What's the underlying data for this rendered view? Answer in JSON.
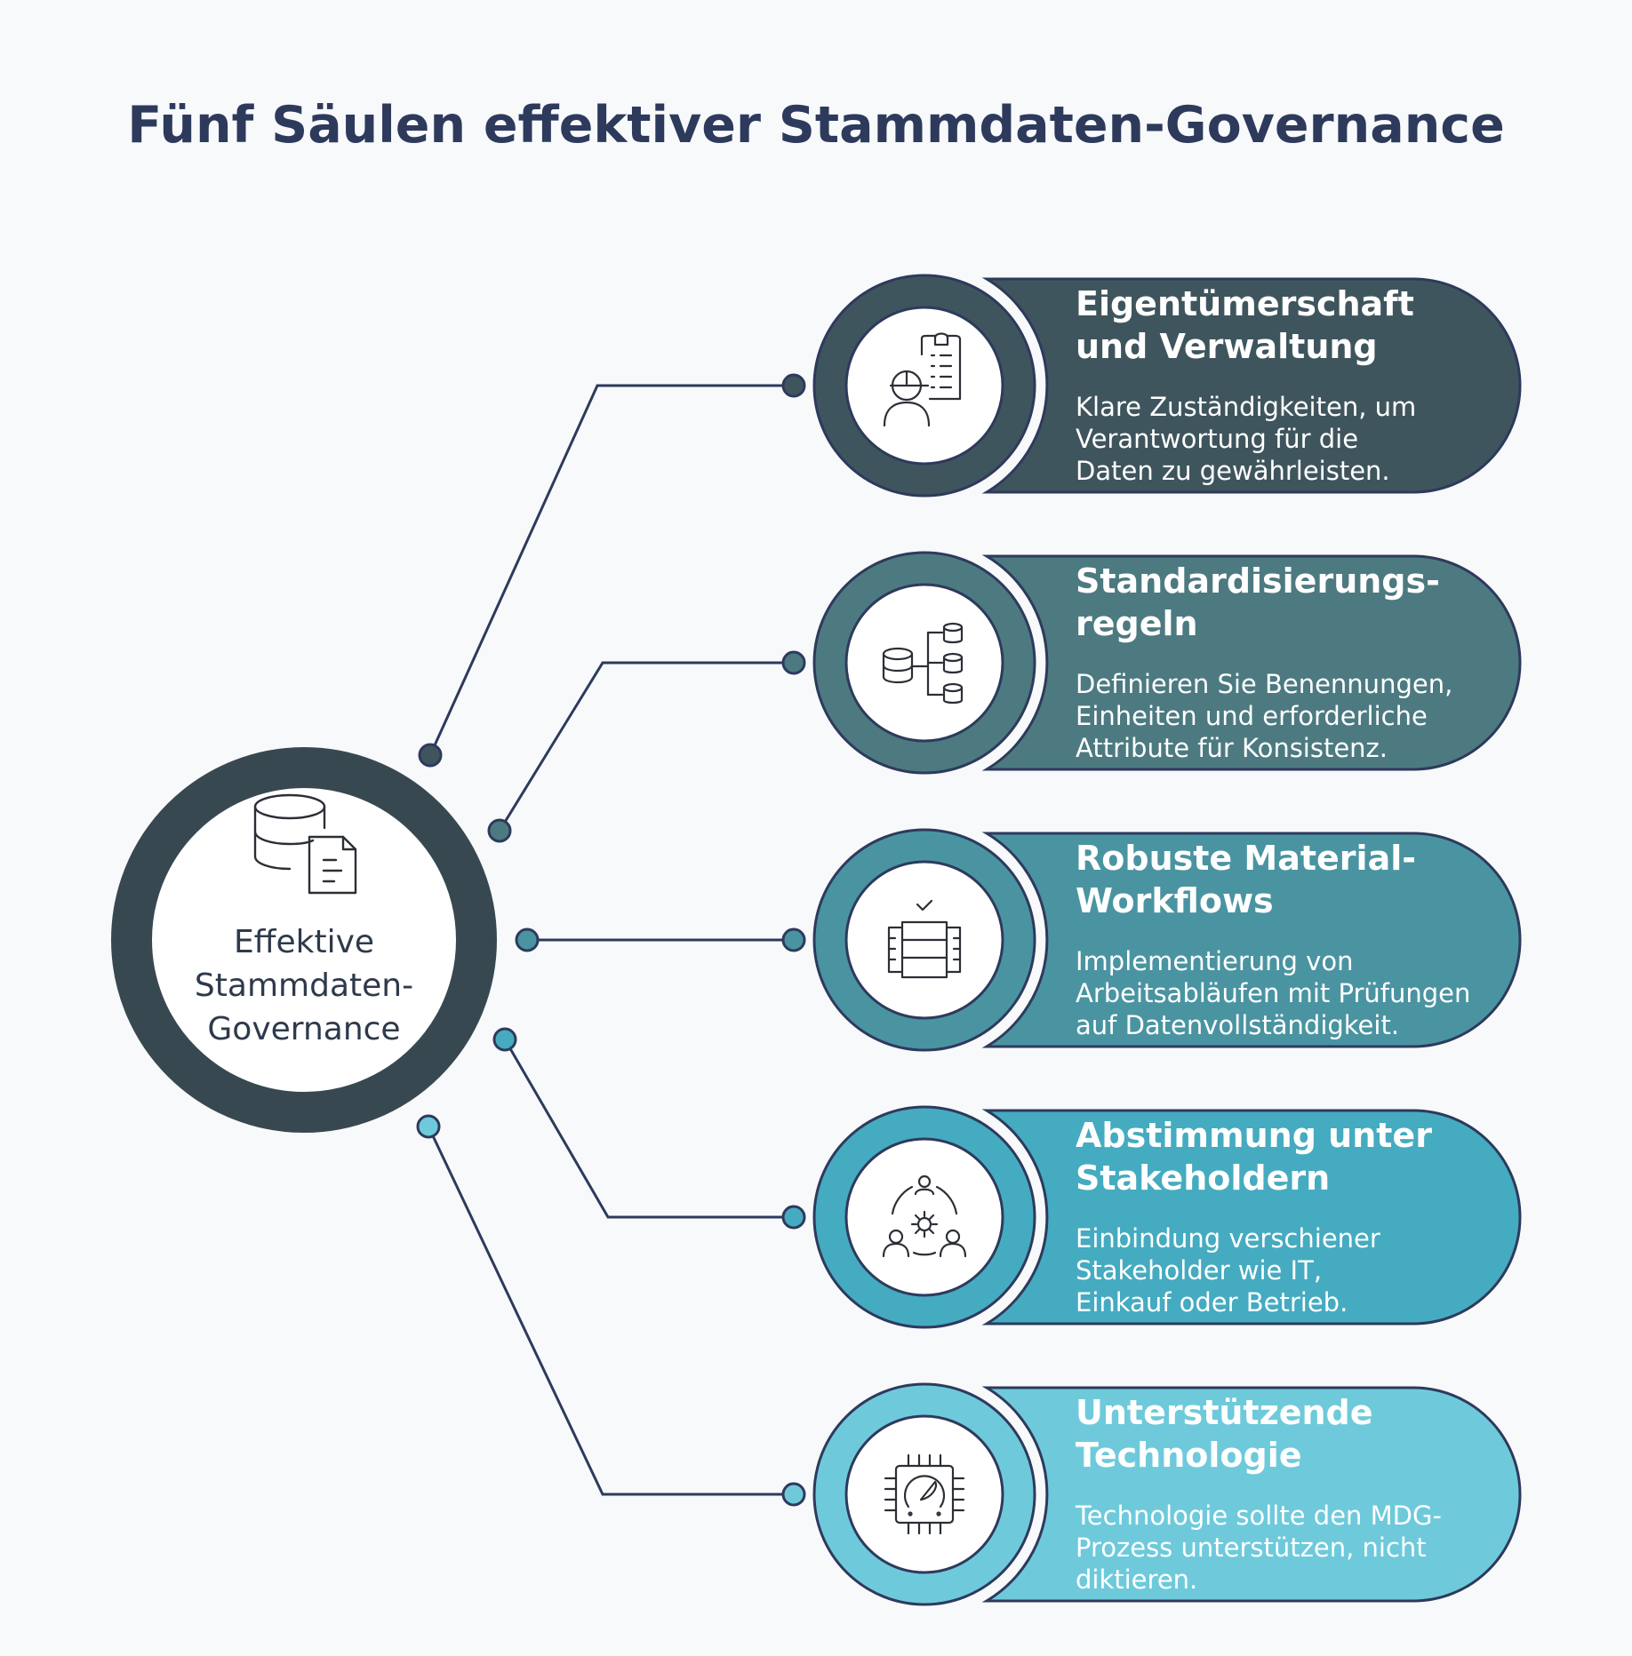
{
  "title": "Fünf Säulen effektiver Stammdaten-Governance",
  "hub": {
    "label_lines": [
      "Effektive",
      "Stammdaten-",
      "Governance"
    ],
    "icon": "database-document-icon",
    "color": "#384850"
  },
  "pillars": [
    {
      "title_lines": [
        "Eigentümerschaft",
        "und Verwaltung"
      ],
      "desc_lines": [
        "Klare Zuständigkeiten, um",
        "Verantwortung für die",
        "Daten zu gewährleisten."
      ],
      "icon": "worker-clipboard-icon",
      "color": "#3f555d"
    },
    {
      "title_lines": [
        "Standardisierungs-",
        "regeln"
      ],
      "desc_lines": [
        "Definieren Sie Benennungen,",
        "Einheiten und erforderliche",
        "Attribute für Konsistenz."
      ],
      "icon": "database-hierarchy-icon",
      "color": "#4c7a80"
    },
    {
      "title_lines": [
        "Robuste Material-",
        "Workflows"
      ],
      "desc_lines": [
        "Implementierung von",
        "Arbeitsabläufen mit Prüfungen",
        "auf Datenvollständigkeit."
      ],
      "icon": "workflow-check-icon",
      "color": "#4a94a2"
    },
    {
      "title_lines": [
        "Abstimmung unter",
        "Stakeholdern"
      ],
      "desc_lines": [
        "Einbindung verschiener",
        "Stakeholder wie IT,",
        "Einkauf oder Betrieb."
      ],
      "icon": "stakeholder-gear-icon",
      "color": "#45abc0"
    },
    {
      "title_lines": [
        "Unterstützende",
        "Technologie"
      ],
      "desc_lines": [
        "Technologie sollte den MDG-",
        "Prozess unterstützen, nicht",
        "diktieren."
      ],
      "icon": "processor-chip-icon",
      "color": "#6ecadb"
    }
  ],
  "line_color": "#2e3a5c"
}
